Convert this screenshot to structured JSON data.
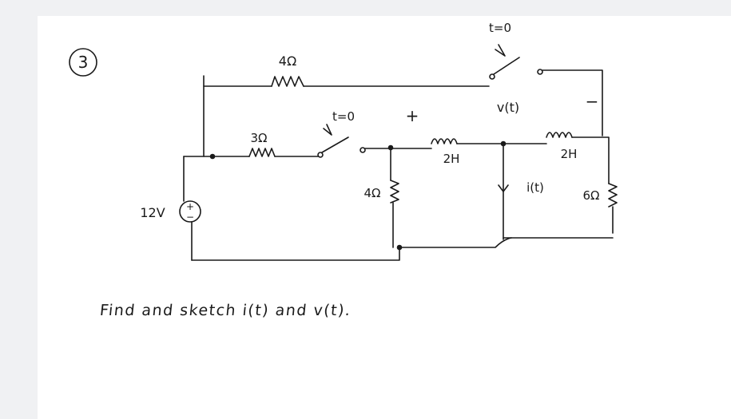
{
  "problem": {
    "number": "3",
    "question": "Find and sketch i(t) and v(t)."
  },
  "circuit": {
    "source": {
      "label": "12V",
      "plus": "+",
      "minus": "−"
    },
    "r_top": "4Ω",
    "r_mid": "3Ω",
    "r_shunt1": "4Ω",
    "r_right": "6Ω",
    "l1": "2H",
    "l2": "2H",
    "switch1": "t=0",
    "switch2": "t=0",
    "v_label": "v(t)",
    "v_plus": "+",
    "v_minus": "−",
    "i_label": "i(t)"
  },
  "colors": {
    "ink": "#1a1a1a",
    "page": "#ffffff",
    "background": "#f0f1f3"
  }
}
